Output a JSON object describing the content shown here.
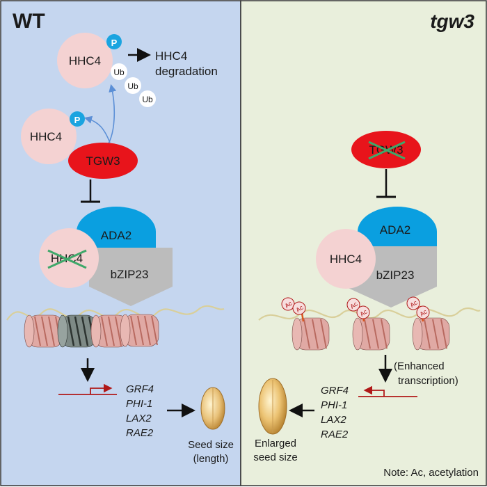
{
  "panels": {
    "wt": {
      "title": "WT",
      "background": "#c5d6ef"
    },
    "mutant": {
      "title": "tgw3",
      "background": "#e9efdc"
    }
  },
  "colors": {
    "hhc4": "#f4d2d2",
    "tgw3": "#e8141b",
    "ada2": "#0a9fe0",
    "bzip23": "#bcbcbc",
    "phosphate": "#1aa4e0",
    "ubiquitin": "#ffffff",
    "cross": "#3fa86a",
    "promoter": "#b01818",
    "nucleosome": "#e0a9a4",
    "nucleosome_condensed": "#7e8a86",
    "dna": "#d9cf9a",
    "arrow_curved": "#5b8fd6"
  },
  "wt": {
    "hhc4_top": "HHC4",
    "phospho_top": "P",
    "degradation_line1": "HHC4",
    "degradation_line2": "degradation",
    "ub1": "Ub",
    "ub2": "Ub",
    "ub3": "Ub",
    "hhc4_mid": "HHC4",
    "phospho_mid": "P",
    "tgw3": "TGW3",
    "ada2": "ADA2",
    "hhc4_complex": "HHC4",
    "bzip23": "bZIP23",
    "genes": [
      "GRF4",
      "PHI-1",
      "LAX2",
      "RAE2"
    ],
    "seed_line1": "Seed size",
    "seed_line2": "(length)"
  },
  "mutant": {
    "tgw3": "TGW3",
    "ada2": "ADA2",
    "hhc4": "HHC4",
    "bzip23": "bZIP23",
    "acetyl_marks": [
      "Ac",
      "Ac",
      "Ac",
      "Ac",
      "Ac",
      "Ac"
    ],
    "enhanced_line1": "(Enhanced",
    "enhanced_line2": "transcription)",
    "genes": [
      "GRF4",
      "PHI-1",
      "LAX2",
      "RAE2"
    ],
    "seed_line1": "Enlarged",
    "seed_line2": "seed size",
    "note": "Note: Ac, acetylation"
  }
}
